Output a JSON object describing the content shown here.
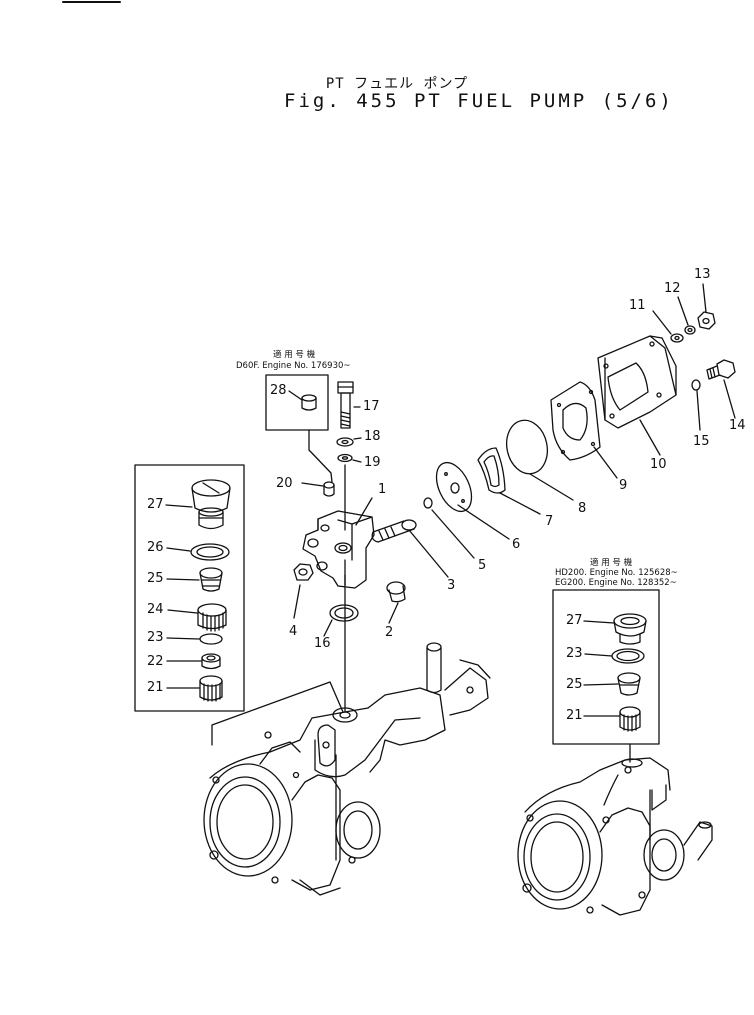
{
  "header": {
    "title_jp": "PT フュエル ポンプ",
    "title_en": "Fig. 455  PT FUEL PUMP (5/6)"
  },
  "applicability": {
    "left": {
      "heading": "適 用 号 機",
      "line1": "D60F. Engine No. 176930~"
    },
    "right": {
      "heading": "適 用 号 機",
      "line1": "HD200. Engine No. 125628~",
      "line2": "EG200. Engine No. 128352~"
    }
  },
  "callouts": {
    "c1": "1",
    "c2": "2",
    "c3": "3",
    "c4": "4",
    "c5": "5",
    "c6": "6",
    "c7": "7",
    "c8": "8",
    "c9": "9",
    "c10": "10",
    "c11": "11",
    "c12": "12",
    "c13": "13",
    "c14": "14",
    "c15": "15",
    "c16": "16",
    "c17": "17",
    "c18": "18",
    "c19": "19",
    "c20": "20",
    "c28": "28",
    "lb27": "27",
    "lb26": "26",
    "lb25": "25",
    "lb24": "24",
    "lb23": "23",
    "lb22": "22",
    "lb21": "21",
    "rb27": "27",
    "rb23": "23",
    "rb25": "25",
    "rb21": "21"
  }
}
